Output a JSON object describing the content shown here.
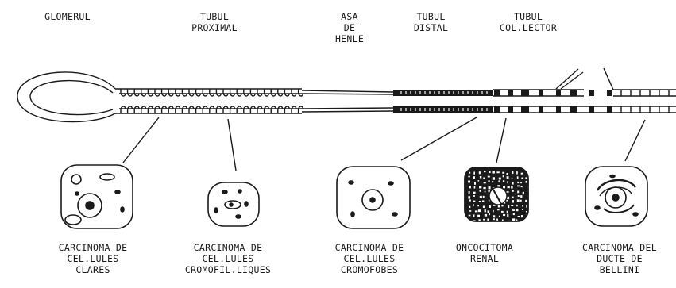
{
  "segments": {
    "glomerul": [
      "GLOMERUL"
    ],
    "tubul_proximal": [
      "TUBUL",
      "PROXIMAL"
    ],
    "asa_henle": [
      "ASA",
      "DE",
      "HENLE"
    ],
    "tubul_distal": [
      "TUBUL",
      "DISTAL"
    ],
    "tubul_collector": [
      "TUBUL",
      "COL.LECTOR"
    ]
  },
  "tumors": {
    "cel_clares": [
      "CARCINOMA DE",
      "CEL.LULES",
      "CLARES"
    ],
    "cromofil": [
      "CARCINOMA DE",
      "CEL.LULES",
      "CROMOFIL.LIQUES"
    ],
    "cromofobes": [
      "CARCINOMA DE",
      "CEL.LULES",
      "CROMOFOBES"
    ],
    "oncocitoma": [
      "ONCOCITOMA",
      "RENAL"
    ],
    "bellini": [
      "CARCINOMA DEL",
      "DUCTE DE",
      "BELLINI"
    ]
  },
  "colors": {
    "ink": "#1a1a1a",
    "background": "#ffffff"
  }
}
